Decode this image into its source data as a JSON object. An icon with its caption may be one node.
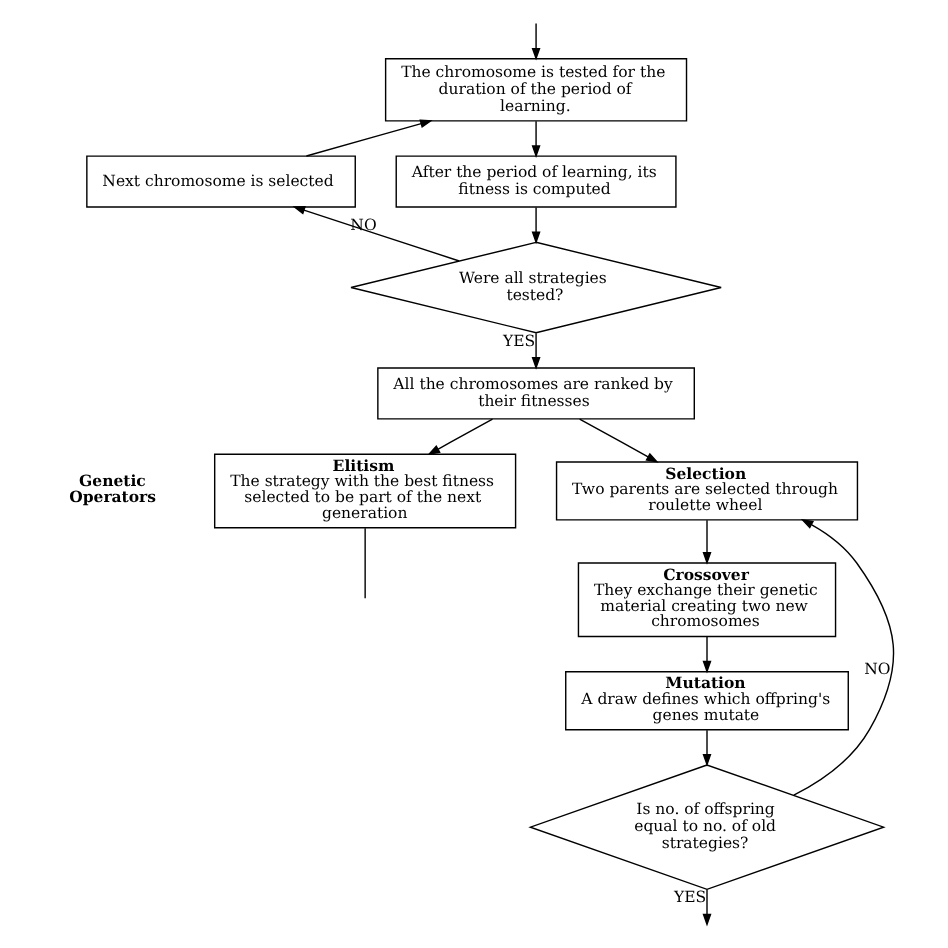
{
  "diagram": {
    "nodes": [
      {
        "text": [
          "The chromosome is tested for the duration of the period of learning."
        ]
      },
      {
        "text": [
          "After the period of learning, its fitness is computed"
        ]
      },
      {
        "text": [
          "Were all strategies tested?"
        ]
      },
      {
        "text": [
          "Next chromosome is selected"
        ]
      },
      {
        "text": [
          "All the chromosomes are ranked by their fitnesses"
        ]
      },
      {
        "text": [
          "Elitism",
          "The strategy with the best fitness selected to be part of the next generation"
        ]
      },
      {
        "text": [
          "Selection",
          "Two parents are selected through roulette wheel"
        ]
      },
      {
        "text": [
          "Crossover",
          "They exchange their genetic material creating two new chromosomes"
        ]
      },
      {
        "text": [
          "Mutation",
          "A draw defines which offpring's genes mutate"
        ]
      },
      {
        "text": [
          "Is no. of offspring equal to no. of old strategies?"
        ]
      }
    ],
    "edges": [
      {
        "from": null,
        "to": 0,
        "arrow": "to"
      },
      {
        "from": 0,
        "to": 1,
        "arrow": "to"
      },
      {
        "from": 1,
        "to": 2,
        "arrow": "to"
      },
      {
        "from": 2,
        "to": 3,
        "arrow": "to",
        "label": "NO"
      },
      {
        "from": 3,
        "to": 0,
        "arrow": "to"
      },
      {
        "from": 2,
        "to": 4,
        "arrow": "to",
        "label": "YES"
      },
      {
        "from": 4,
        "to": 5,
        "arrow": "to"
      },
      {
        "from": 4,
        "to": 6,
        "arrow": "to"
      },
      {
        "from": 6,
        "to": 7,
        "arrow": "to"
      },
      {
        "from": 7,
        "to": 8,
        "arrow": "to"
      },
      {
        "from": 8,
        "to": 9,
        "arrow": "to"
      },
      {
        "from": 9,
        "to": 6,
        "arrow": "to",
        "label": "NO"
      },
      {
        "from": 9,
        "to": null,
        "arrow": "to",
        "label": "YES"
      },
      {
        "from": 5,
        "to": null,
        "arrow": "none"
      }
    ],
    "labels": [
      "Genetic Operators"
    ]
  }
}
